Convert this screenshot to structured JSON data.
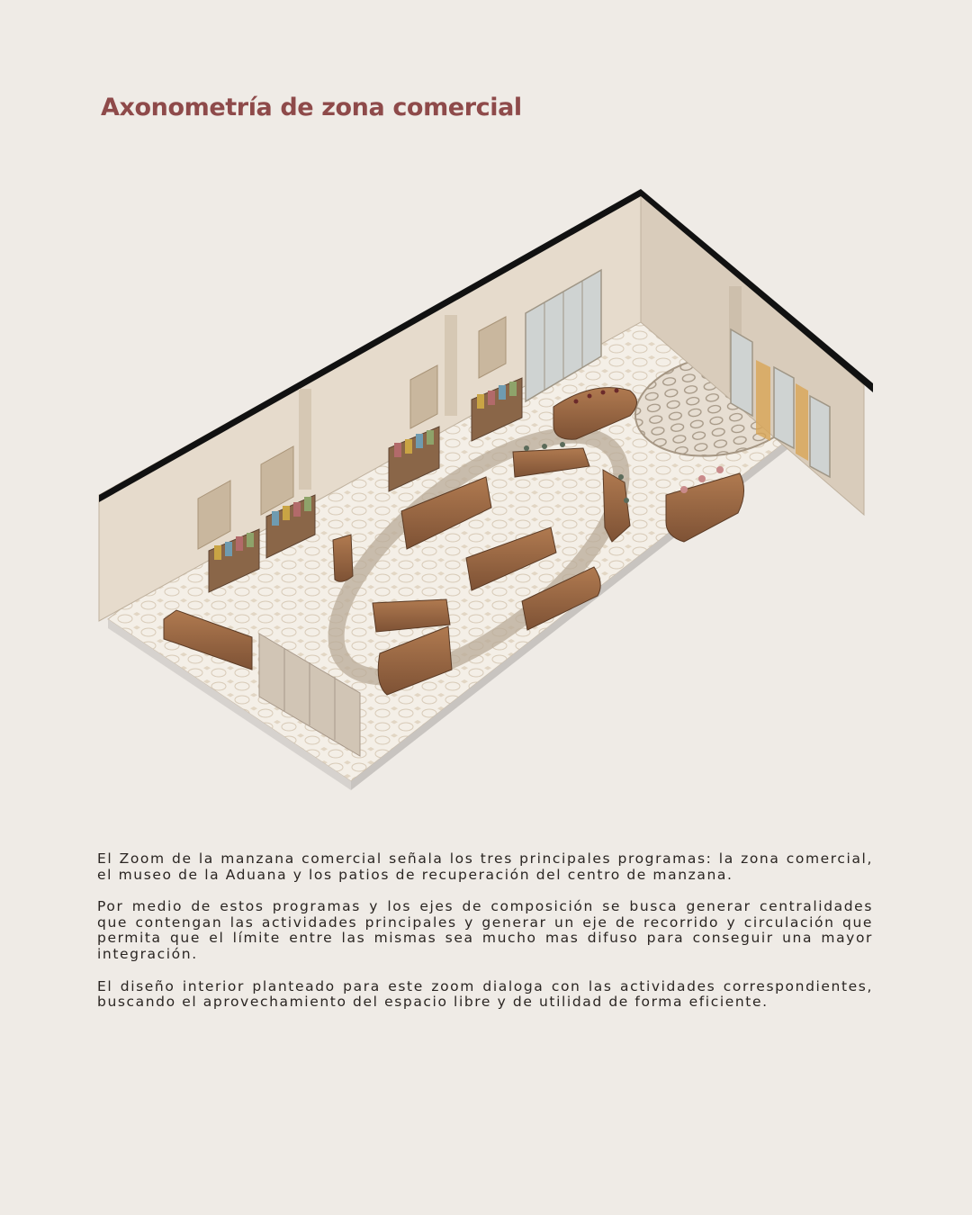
{
  "title": "Axonometría de zona comercial",
  "paragraphs": [
    "El Zoom de la manzana comercial señala los tres principales programas: la zona comercial, el museo de la Aduana y los patios de recuperación del centro de manzana.",
    "Por medio de estos programas y los ejes de composición se busca generar centralidades que contengan las actividades principales y generar un eje de recorrido y circulación que permita que el límite entre las mismas sea mucho mas difuso para conseguir una mayor integración.",
    "El diseño interior planteado para este zoom dialoga con las actividades correspondientes, buscando el aprovechamiento del espacio libre y de utilidad de forma eficiente."
  ],
  "colors": {
    "background": "#efebe6",
    "title": "#8e4a4a",
    "text": "#2a2522",
    "wood": "#9a6a45",
    "wall": "#e3d6c6",
    "floor": "#f4efe7"
  }
}
